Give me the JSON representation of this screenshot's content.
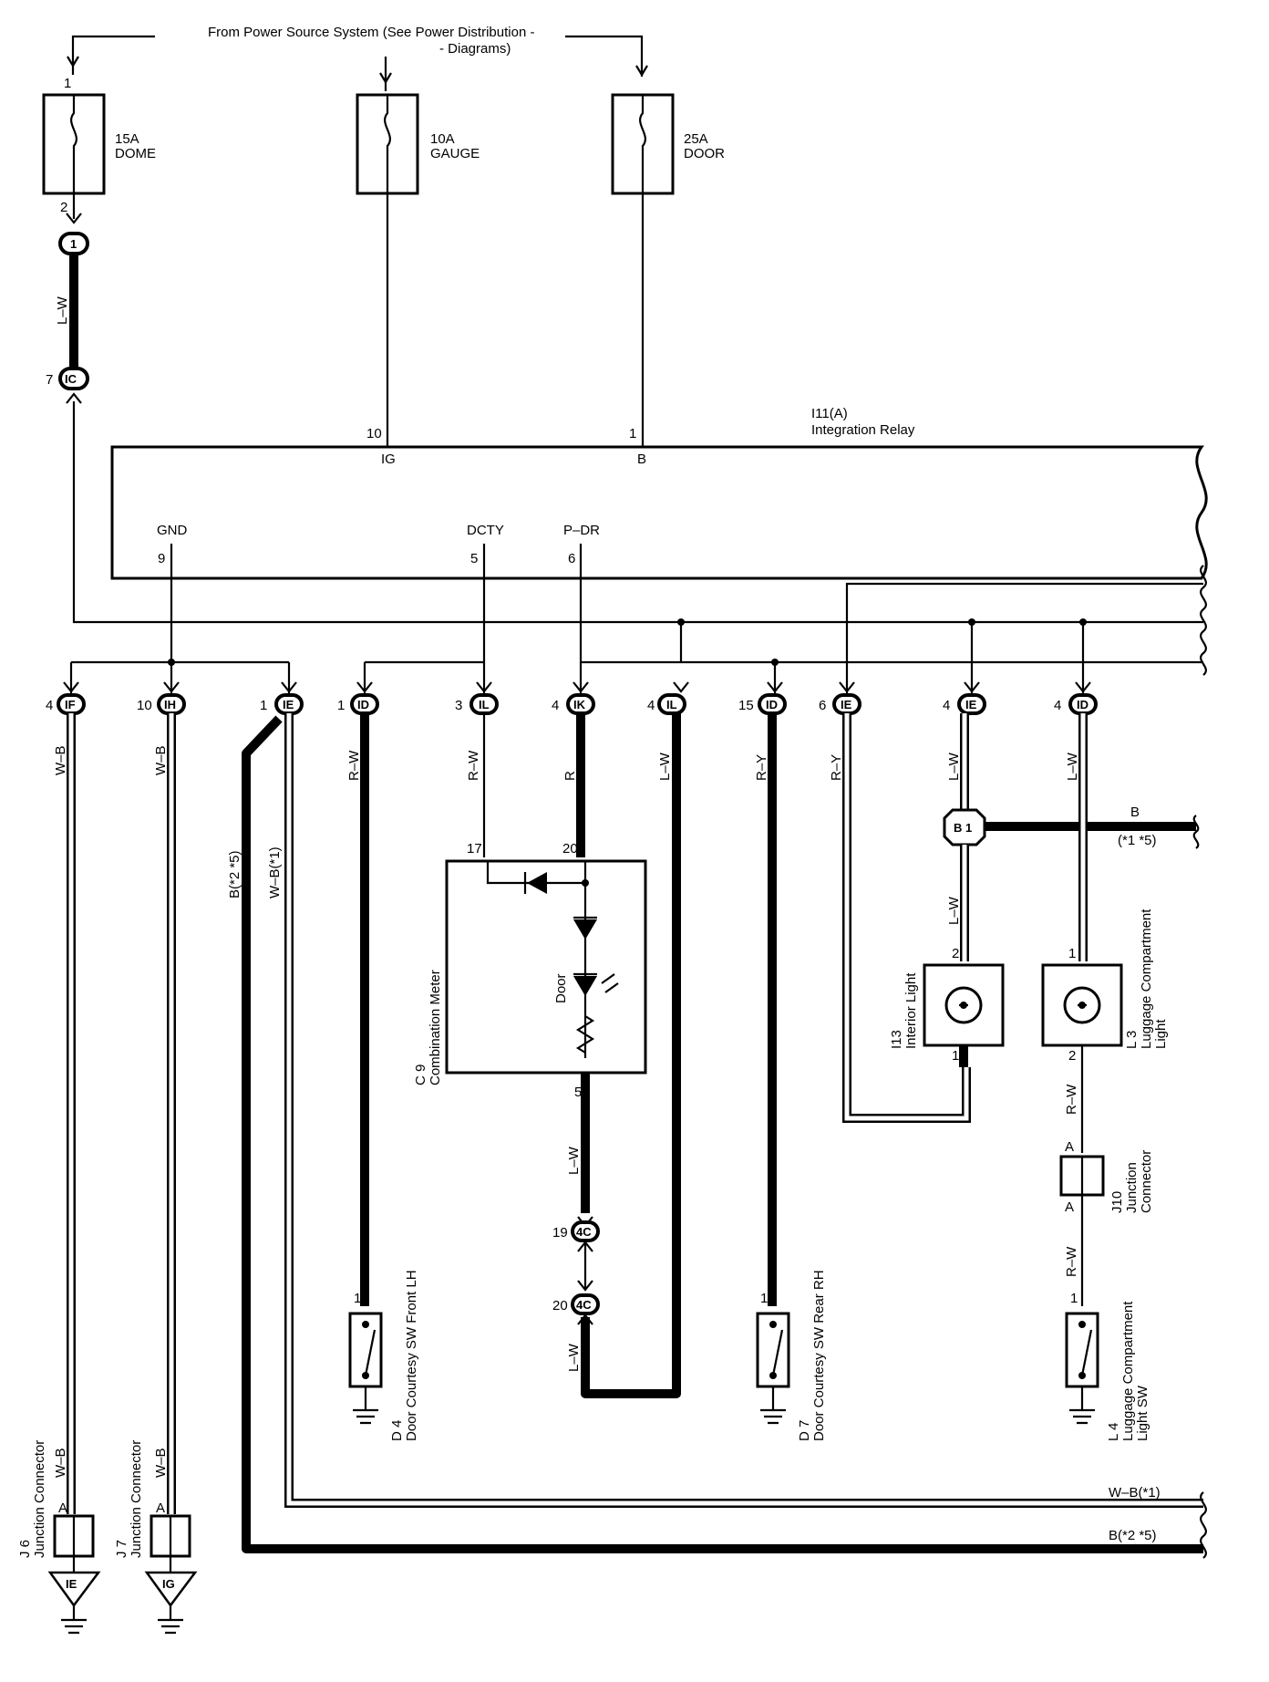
{
  "header": {
    "source_line1": "From Power Source System (See Power Distribution -",
    "source_line2": "- Diagrams)"
  },
  "fuses": [
    {
      "amp": "15A",
      "name": "DOME",
      "pin_in": "1",
      "pin_out": "2"
    },
    {
      "amp": "10A",
      "name": "GAUGE"
    },
    {
      "amp": "25A",
      "name": "DOOR"
    }
  ],
  "relay": {
    "code": "I11(A)",
    "name": "Integration Relay",
    "pins_top": [
      {
        "num": "10",
        "term": "IG"
      },
      {
        "num": "1",
        "term": "B"
      }
    ],
    "pins_bottom": [
      {
        "num": "9",
        "term": "GND"
      },
      {
        "num": "5",
        "term": "DCTY"
      },
      {
        "num": "6",
        "term": "P–DR"
      }
    ]
  },
  "junction_top": {
    "upper_tag": "1",
    "lower_tag": "IC",
    "lower_pin": "7",
    "wire": "L–W"
  },
  "connectors_row": [
    {
      "pin": "4",
      "tag": "IF",
      "wire": "W–B"
    },
    {
      "pin": "10",
      "tag": "IH",
      "wire": "W–B"
    },
    {
      "pin": "1",
      "tag": "IE",
      "wire_a": "B(*2 *5)",
      "wire_b": "W–B(*1)"
    },
    {
      "pin": "1",
      "tag": "ID",
      "wire": "R–W"
    },
    {
      "pin": "3",
      "tag": "IL",
      "wire": "R–W"
    },
    {
      "pin": "4",
      "tag": "IK",
      "wire": "R"
    },
    {
      "pin": "4",
      "tag": "IL",
      "wire": "L–W"
    },
    {
      "pin": "15",
      "tag": "ID",
      "wire": "R–Y"
    },
    {
      "pin": "6",
      "tag": "IE",
      "wire": "R–Y"
    },
    {
      "pin": "4",
      "tag": "IE",
      "wire": "L–W"
    },
    {
      "pin": "4",
      "tag": "ID",
      "wire": "L–W"
    }
  ],
  "meter": {
    "code": "C 9",
    "name": "Combination Meter",
    "pin_in1": "17",
    "pin_in2": "20",
    "pin_out": "5",
    "indicator": "Door",
    "wire_out": "L–W"
  },
  "conn_4c": [
    {
      "pin": "19",
      "tag": "4C"
    },
    {
      "pin": "20",
      "tag": "4C",
      "wire": "L–W"
    }
  ],
  "switches": [
    {
      "code": "D 4",
      "name": "Door Courtesy SW Front LH",
      "pin": "1"
    },
    {
      "code": "D 7",
      "name": "Door Courtesy SW Rear RH",
      "pin": "1"
    },
    {
      "code": "L 4",
      "name1": "Luggage Compartment",
      "name2": "Light SW",
      "pin": "1"
    }
  ],
  "splice_b1": {
    "tag": "B 1",
    "wire": "B",
    "note": "(*1 *5)",
    "wire_below": "L–W"
  },
  "lights": [
    {
      "code": "I13",
      "name": "Interior Light",
      "pin_top": "2",
      "pin_bottom": "1"
    },
    {
      "code": "L 3",
      "name1": "Luggage Compartment",
      "name2": "Light",
      "pin_top": "1",
      "pin_bottom": "2"
    }
  ],
  "j10": {
    "code": "J10",
    "name1": "Junction",
    "name2": "Connector",
    "pin_top": "A",
    "pin_bottom": "A",
    "wire_top": "R–W",
    "wire_bottom": "R–W"
  },
  "ground_junctions": [
    {
      "code": "J 6",
      "name": "Junction Connector",
      "pin": "A",
      "wire": "W–B",
      "tag": "IE"
    },
    {
      "code": "J 7",
      "name": "Junction Connector",
      "pin": "A",
      "wire": "W–B",
      "tag": "IG"
    }
  ],
  "bottom_wires": [
    {
      "label": "W–B(*1)"
    },
    {
      "label": "B(*2 *5)"
    }
  ]
}
